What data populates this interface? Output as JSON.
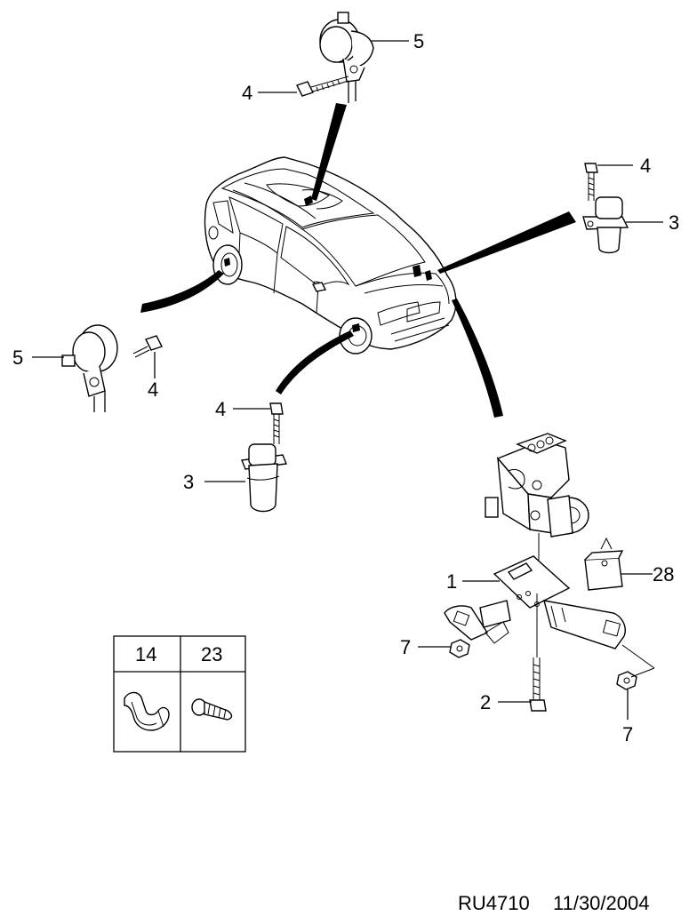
{
  "callouts": {
    "c5_top": "5",
    "c4_top": "4",
    "c4_right": "4",
    "c3_right": "3",
    "c5_left": "5",
    "c4_left": "4",
    "c4_mid": "4",
    "c3_mid": "3",
    "c1": "1",
    "c28": "28",
    "c7_left": "7",
    "c2": "2",
    "c7_right": "7"
  },
  "legend": {
    "headers": [
      "14",
      "23"
    ],
    "icons": [
      "hose-clip-icon",
      "screw-icon"
    ]
  },
  "footer": {
    "ref": "RU4710",
    "date": "11/30/2004"
  }
}
